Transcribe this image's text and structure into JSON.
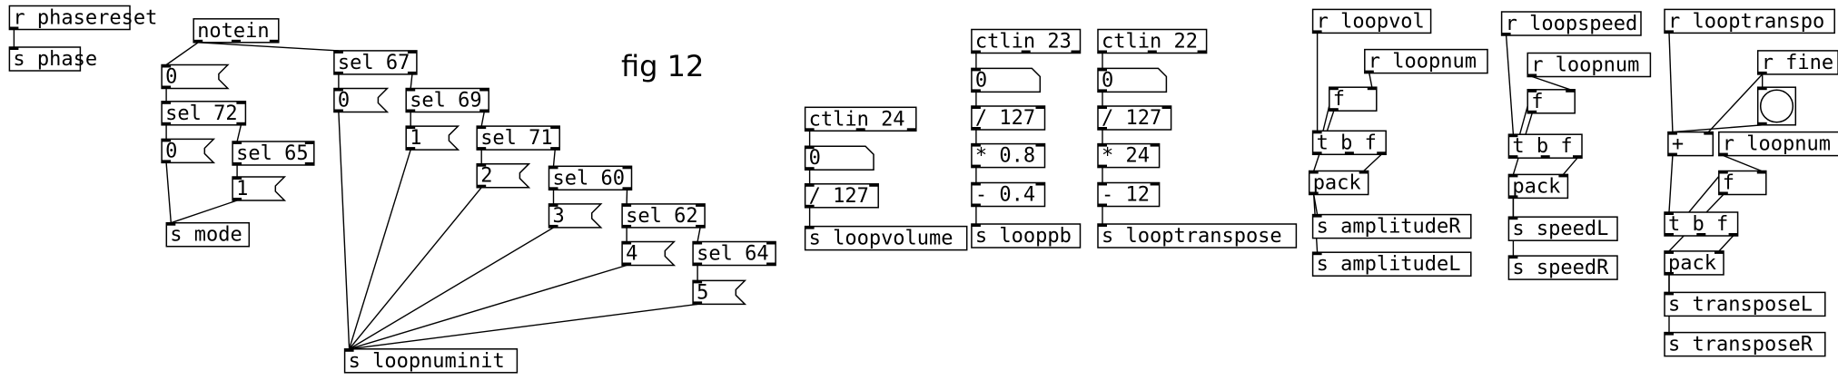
{
  "patch": {
    "comment": "fig 12",
    "objects": [
      {
        "id": "r_phasereset",
        "text": "r phasereset",
        "kind": "obj"
      },
      {
        "id": "s_phase",
        "text": "s phase",
        "kind": "obj"
      },
      {
        "id": "notein",
        "text": "notein",
        "kind": "obj"
      },
      {
        "id": "msg_0_a",
        "text": "0",
        "kind": "msg"
      },
      {
        "id": "sel72",
        "text": "sel 72",
        "kind": "obj"
      },
      {
        "id": "msg_0_b",
        "text": "0",
        "kind": "msg"
      },
      {
        "id": "sel65",
        "text": "sel 65",
        "kind": "obj"
      },
      {
        "id": "msg_1_a",
        "text": "1",
        "kind": "msg"
      },
      {
        "id": "s_mode",
        "text": "s mode",
        "kind": "obj"
      },
      {
        "id": "sel67",
        "text": "sel 67",
        "kind": "obj"
      },
      {
        "id": "msg_0_c",
        "text": "0",
        "kind": "msg"
      },
      {
        "id": "sel69",
        "text": "sel 69",
        "kind": "obj"
      },
      {
        "id": "msg_1_b",
        "text": "1",
        "kind": "msg"
      },
      {
        "id": "sel71",
        "text": "sel 71",
        "kind": "obj"
      },
      {
        "id": "msg_2",
        "text": "2",
        "kind": "msg"
      },
      {
        "id": "sel60",
        "text": "sel 60",
        "kind": "obj"
      },
      {
        "id": "msg_3",
        "text": "3",
        "kind": "msg"
      },
      {
        "id": "sel62",
        "text": "sel 62",
        "kind": "obj"
      },
      {
        "id": "msg_4",
        "text": "4",
        "kind": "msg"
      },
      {
        "id": "sel64",
        "text": "sel 64",
        "kind": "obj"
      },
      {
        "id": "msg_5",
        "text": "5",
        "kind": "msg"
      },
      {
        "id": "s_loopnuminit",
        "text": "s loopnuminit",
        "kind": "obj"
      },
      {
        "id": "ctlin24",
        "text": "ctlin 24",
        "kind": "obj"
      },
      {
        "id": "num_24",
        "text": "0",
        "kind": "num"
      },
      {
        "id": "div127_a",
        "text": "/ 127",
        "kind": "obj"
      },
      {
        "id": "s_loopvolume",
        "text": "s loopvolume",
        "kind": "obj"
      },
      {
        "id": "ctlin23",
        "text": "ctlin 23",
        "kind": "obj"
      },
      {
        "id": "num_23",
        "text": "0",
        "kind": "num"
      },
      {
        "id": "div127_b",
        "text": "/ 127",
        "kind": "obj"
      },
      {
        "id": "mul08",
        "text": "* 0.8",
        "kind": "obj"
      },
      {
        "id": "sub04",
        "text": "- 0.4",
        "kind": "obj"
      },
      {
        "id": "s_looppb",
        "text": "s looppb",
        "kind": "obj"
      },
      {
        "id": "ctlin22",
        "text": "ctlin 22",
        "kind": "obj"
      },
      {
        "id": "num_22",
        "text": "0",
        "kind": "num"
      },
      {
        "id": "div127_c",
        "text": "/ 127",
        "kind": "obj"
      },
      {
        "id": "mul24",
        "text": "* 24",
        "kind": "obj"
      },
      {
        "id": "sub12",
        "text": "- 12",
        "kind": "obj"
      },
      {
        "id": "s_looptranspose",
        "text": "s looptranspose",
        "kind": "obj"
      },
      {
        "id": "r_loopvol",
        "text": "r loopvol",
        "kind": "obj"
      },
      {
        "id": "r_loopnum_a",
        "text": "r loopnum",
        "kind": "obj"
      },
      {
        "id": "f_a",
        "text": "f",
        "kind": "obj"
      },
      {
        "id": "tbf_a",
        "text": "t b f",
        "kind": "obj"
      },
      {
        "id": "pack_a",
        "text": "pack",
        "kind": "obj"
      },
      {
        "id": "s_amplitudeR",
        "text": "s amplitudeR",
        "kind": "obj"
      },
      {
        "id": "s_amplitudeL",
        "text": "s amplitudeL",
        "kind": "obj"
      },
      {
        "id": "r_loopspeed",
        "text": "r loopspeed",
        "kind": "obj"
      },
      {
        "id": "r_loopnum_b",
        "text": "r loopnum",
        "kind": "obj"
      },
      {
        "id": "f_b",
        "text": "f",
        "kind": "obj"
      },
      {
        "id": "tbf_b",
        "text": "t b f",
        "kind": "obj"
      },
      {
        "id": "pack_b",
        "text": "pack",
        "kind": "obj"
      },
      {
        "id": "s_speedL",
        "text": "s speedL",
        "kind": "obj"
      },
      {
        "id": "s_speedR",
        "text": "s speedR",
        "kind": "obj"
      },
      {
        "id": "r_looptranspo",
        "text": "r looptranspo",
        "kind": "obj"
      },
      {
        "id": "r_fine",
        "text": "r fine",
        "kind": "obj"
      },
      {
        "id": "bang",
        "text": "",
        "kind": "bang"
      },
      {
        "id": "plus",
        "text": "+",
        "kind": "obj"
      },
      {
        "id": "r_loopnum_c",
        "text": "r loopnum",
        "kind": "obj"
      },
      {
        "id": "f_c",
        "text": "f",
        "kind": "obj"
      },
      {
        "id": "tbf_c",
        "text": "t b f",
        "kind": "obj"
      },
      {
        "id": "pack_c",
        "text": "pack",
        "kind": "obj"
      },
      {
        "id": "s_transposeL",
        "text": "s transposeL",
        "kind": "obj"
      },
      {
        "id": "s_transposeR",
        "text": "s transposeR",
        "kind": "obj"
      }
    ]
  }
}
